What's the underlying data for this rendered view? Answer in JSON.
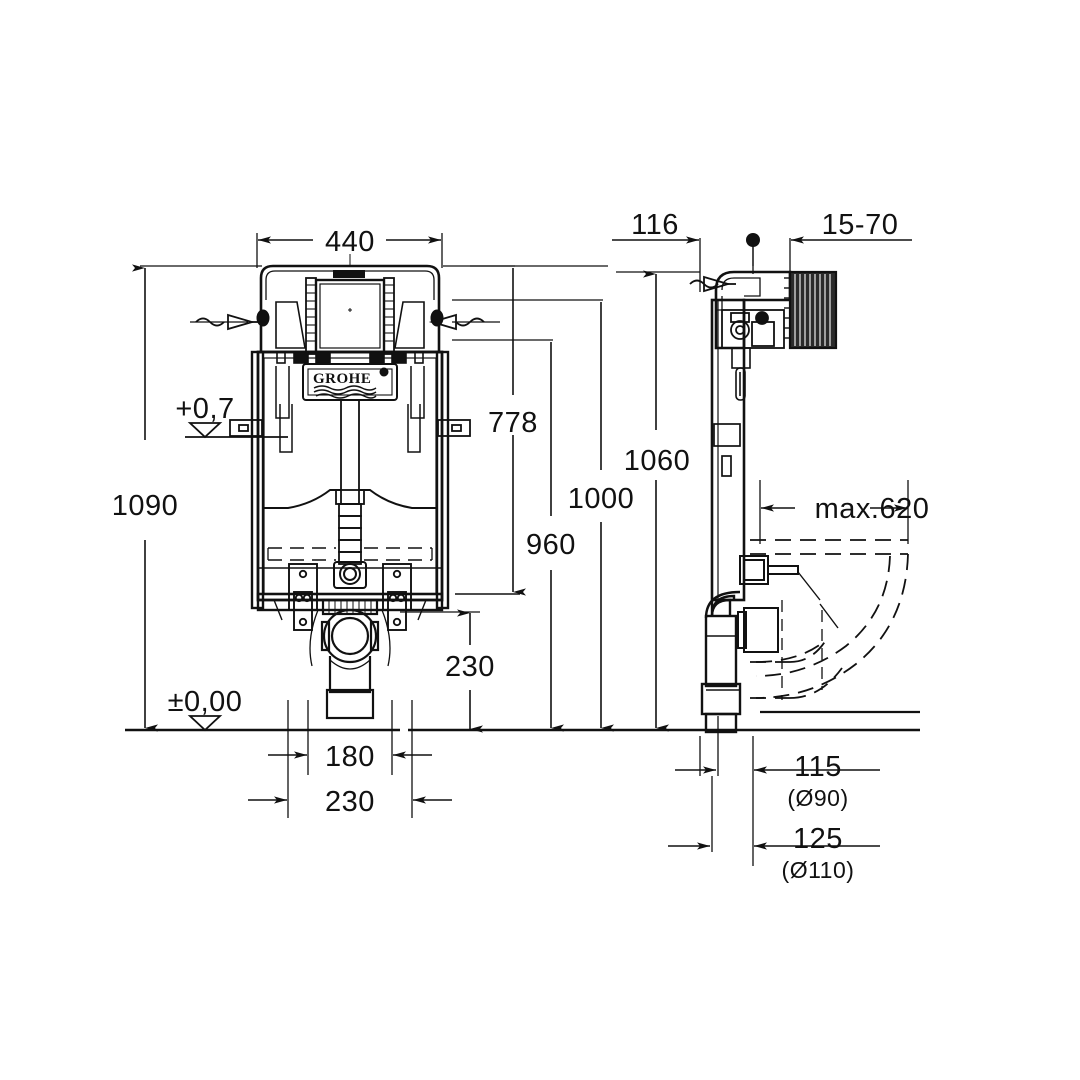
{
  "drawing": {
    "title": "GROHE concealed cistern installation frame — dimensioned technical drawing",
    "brand": "GROHE",
    "line_color": "#111111",
    "background_color": "#ffffff",
    "units": "mm"
  },
  "front_view": {
    "name": "front-elevation",
    "dimensions": {
      "width_overall": "440",
      "height_overall": "1090",
      "flush_plate_height": "778",
      "outlet_height_960": "960",
      "outlet_height_1000": "1000",
      "outlet_bend_230": "230",
      "bolt_spacing_180": "180",
      "bolt_spacing_230": "230"
    },
    "levels": {
      "upper_level_mark": "+0,7",
      "floor_level_mark": "±0,00"
    }
  },
  "side_view": {
    "name": "side-elevation",
    "dimensions": {
      "depth_116": "116",
      "plate_adjust": "15-70",
      "height_1060": "1060",
      "projection_max": "max.620",
      "offset_115": "115",
      "diameter_90": "(Ø90)",
      "offset_125": "125",
      "diameter_110": "(Ø110)"
    }
  },
  "labels": [
    {
      "id": "dim-440",
      "text": "440",
      "view": "front"
    },
    {
      "id": "dim-1090",
      "text": "1090",
      "view": "front"
    },
    {
      "id": "dim-778",
      "text": "778",
      "view": "front"
    },
    {
      "id": "dim-960",
      "text": "960",
      "view": "front"
    },
    {
      "id": "dim-1000",
      "text": "1000",
      "view": "front"
    },
    {
      "id": "dim-230-bend",
      "text": "230",
      "view": "front"
    },
    {
      "id": "dim-180",
      "text": "180",
      "view": "front"
    },
    {
      "id": "dim-230-bolt",
      "text": "230",
      "view": "front"
    },
    {
      "id": "level-plus07",
      "text": "+0,7",
      "view": "front"
    },
    {
      "id": "level-zero",
      "text": "±0,00",
      "view": "front"
    },
    {
      "id": "dim-116",
      "text": "116",
      "view": "side"
    },
    {
      "id": "dim-15-70",
      "text": "15-70",
      "view": "side"
    },
    {
      "id": "dim-1060",
      "text": "1060",
      "view": "side"
    },
    {
      "id": "dim-max620",
      "text": "max.620",
      "view": "side"
    },
    {
      "id": "dim-115",
      "text": "115",
      "view": "side"
    },
    {
      "id": "dia-90",
      "text": "(Ø90)",
      "view": "side"
    },
    {
      "id": "dim-125",
      "text": "125",
      "view": "side"
    },
    {
      "id": "dia-110",
      "text": "(Ø110)",
      "view": "side"
    }
  ]
}
